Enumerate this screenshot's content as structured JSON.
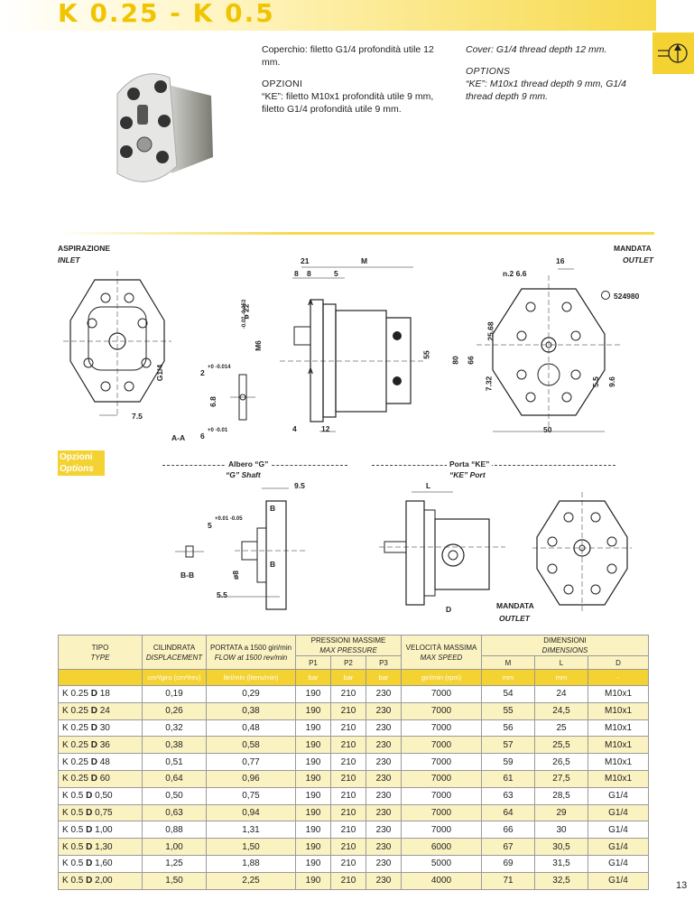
{
  "header": {
    "title": "K 0.25 - K 0.5"
  },
  "description": {
    "it_cover": "Coperchio: filetto G1/4 profondità utile 12 mm.",
    "it_options_heading": "OPZIONI",
    "it_options": "“KE”: filetto M10x1 profondità utile 9 mm, filetto G1/4 profondità utile 9 mm.",
    "en_cover": "Cover: G1/4 thread depth 12 mm.",
    "en_options_heading": "OPTIONS",
    "en_options": "“KE”: M10x1 thread depth 9 mm, G1/4 thread depth 9 mm."
  },
  "drawing_top": {
    "inlet_it": "ASPIRAZIONE",
    "inlet_en": "INLET",
    "outlet_it": "MANDATA",
    "outlet_en": "OUTLET",
    "dim_21": "21",
    "dim_m": "M",
    "dim_8a": "8",
    "dim_8b": "8",
    "dim_5": "5",
    "dim_16": "16",
    "dim_n2": "n.2 6.6",
    "dim_ref": "524980",
    "dim_shaft_tol": "-0.02 -0.053",
    "dim_shaft": "ø 22",
    "dim_m6": "M6",
    "dim_55": "55",
    "dim_a": "A",
    "dim_a2": "A",
    "dim_g14": "G1/4",
    "dim_75": "7.5",
    "dim_2": "2",
    "dim_2tol": "+0 -0.014",
    "dim_68": "6.8",
    "dim_6": "6",
    "dim_6tol": "+0 -0.01",
    "dim_aa": "A-A",
    "dim_4": "4",
    "dim_12": "12",
    "dim_80": "80",
    "dim_66": "66",
    "dim_2568": "25.68",
    "dim_732": "7.32",
    "dim_50": "50",
    "dim_55b": "5.5",
    "dim_96": "9.6"
  },
  "options": {
    "label_it": "Opzioni",
    "label_en": "Options",
    "shaft_it": "Albero “G”",
    "shaft_en": "“G” Shaft",
    "port_it": "Porta “KE”",
    "port_en": "“KE” Port",
    "dim_95": "9.5",
    "dim_b": "B",
    "dim_b2": "B",
    "dim_5": "5",
    "dim_5tol": "+0.01 -0.05",
    "dim_bb": "B-B",
    "dim_o8": "ø8",
    "dim_55": "5.5",
    "dim_l": "L",
    "dim_d": "D",
    "outlet_it": "MANDATA",
    "outlet_en": "OUTLET"
  },
  "table": {
    "headers": {
      "tipo": "TIPO",
      "tipo_en": "TYPE",
      "cil": "CILINDRATA",
      "cil_en": "DISPLACEMENT",
      "port": "PORTATA a 1500 giri/min",
      "port_en": "FLOW at 1500 rev/min",
      "press": "PRESSIONI MASSIME",
      "press_en": "MAX PRESSURE",
      "p1": "P1",
      "p2": "P2",
      "p3": "P3",
      "vel": "VELOCITÀ MASSIMA",
      "vel_en": "MAX SPEED",
      "dim": "DIMENSIONI",
      "dim_en": "DIMENSIONS",
      "m": "M",
      "l": "L",
      "d": "D"
    },
    "units": {
      "cil": "cm³/giro (cm³/rev)",
      "port": "litri/min (liters/min)",
      "p1": "bar",
      "p2": "bar",
      "p3": "bar",
      "vel": "giri/min (rpm)",
      "m": "mm",
      "l": "mm",
      "d": "-"
    },
    "rows": [
      {
        "pre": "K 0.25 ",
        "d": "D",
        "post": " 18",
        "cil": "0,19",
        "port": "0,29",
        "p1": "190",
        "p2": "210",
        "p3": "230",
        "vel": "7000",
        "m": "54",
        "l": "24",
        "dd": "M10x1"
      },
      {
        "pre": "K 0.25 ",
        "d": "D",
        "post": " 24",
        "cil": "0,26",
        "port": "0,38",
        "p1": "190",
        "p2": "210",
        "p3": "230",
        "vel": "7000",
        "m": "55",
        "l": "24,5",
        "dd": "M10x1"
      },
      {
        "pre": "K 0.25 ",
        "d": "D",
        "post": " 30",
        "cil": "0,32",
        "port": "0,48",
        "p1": "190",
        "p2": "210",
        "p3": "230",
        "vel": "7000",
        "m": "56",
        "l": "25",
        "dd": "M10x1"
      },
      {
        "pre": "K 0.25 ",
        "d": "D",
        "post": " 36",
        "cil": "0,38",
        "port": "0,58",
        "p1": "190",
        "p2": "210",
        "p3": "230",
        "vel": "7000",
        "m": "57",
        "l": "25,5",
        "dd": "M10x1"
      },
      {
        "pre": "K 0.25 ",
        "d": "D",
        "post": " 48",
        "cil": "0,51",
        "port": "0,77",
        "p1": "190",
        "p2": "210",
        "p3": "230",
        "vel": "7000",
        "m": "59",
        "l": "26,5",
        "dd": "M10x1"
      },
      {
        "pre": "K 0.25 ",
        "d": "D",
        "post": " 60",
        "cil": "0,64",
        "port": "0,96",
        "p1": "190",
        "p2": "210",
        "p3": "230",
        "vel": "7000",
        "m": "61",
        "l": "27,5",
        "dd": "M10x1"
      },
      {
        "pre": "K 0.5 ",
        "d": "D",
        "post": " 0,50",
        "cil": "0,50",
        "port": "0,75",
        "p1": "190",
        "p2": "210",
        "p3": "230",
        "vel": "7000",
        "m": "63",
        "l": "28,5",
        "dd": "G1/4"
      },
      {
        "pre": "K 0.5 ",
        "d": "D",
        "post": " 0,75",
        "cil": "0,63",
        "port": "0,94",
        "p1": "190",
        "p2": "210",
        "p3": "230",
        "vel": "7000",
        "m": "64",
        "l": "29",
        "dd": "G1/4"
      },
      {
        "pre": "K 0.5 ",
        "d": "D",
        "post": " 1,00",
        "cil": "0,88",
        "port": "1,31",
        "p1": "190",
        "p2": "210",
        "p3": "230",
        "vel": "7000",
        "m": "66",
        "l": "30",
        "dd": "G1/4"
      },
      {
        "pre": "K 0.5 ",
        "d": "D",
        "post": " 1,30",
        "cil": "1,00",
        "port": "1,50",
        "p1": "190",
        "p2": "210",
        "p3": "230",
        "vel": "6000",
        "m": "67",
        "l": "30,5",
        "dd": "G1/4"
      },
      {
        "pre": "K 0.5 ",
        "d": "D",
        "post": " 1,60",
        "cil": "1,25",
        "port": "1,88",
        "p1": "190",
        "p2": "210",
        "p3": "230",
        "vel": "5000",
        "m": "69",
        "l": "31,5",
        "dd": "G1/4"
      },
      {
        "pre": "K 0.5 ",
        "d": "D",
        "post": " 2,00",
        "cil": "1,50",
        "port": "2,25",
        "p1": "190",
        "p2": "210",
        "p3": "230",
        "vel": "4000",
        "m": "71",
        "l": "32,5",
        "dd": "G1/4"
      }
    ]
  },
  "page_number": "13"
}
